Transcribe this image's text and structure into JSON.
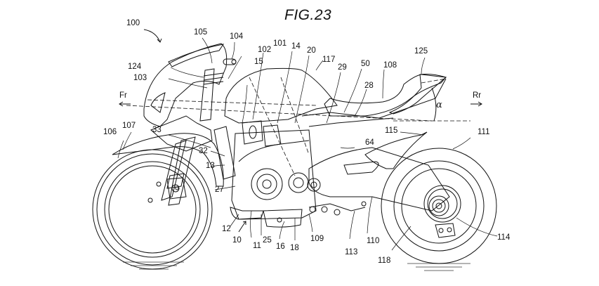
{
  "figure": {
    "title": "FIG.23",
    "direction_front": "Fr",
    "direction_rear": "Rr",
    "angle_symbol": "α"
  },
  "reference_labels": [
    {
      "id": "100",
      "text": "100"
    },
    {
      "id": "105",
      "text": "105"
    },
    {
      "id": "104",
      "text": "104"
    },
    {
      "id": "102",
      "text": "102"
    },
    {
      "id": "101",
      "text": "101"
    },
    {
      "id": "14",
      "text": "14"
    },
    {
      "id": "20",
      "text": "20"
    },
    {
      "id": "117",
      "text": "117"
    },
    {
      "id": "29",
      "text": "29"
    },
    {
      "id": "50",
      "text": "50"
    },
    {
      "id": "108",
      "text": "108"
    },
    {
      "id": "125",
      "text": "125"
    },
    {
      "id": "124",
      "text": "124"
    },
    {
      "id": "103",
      "text": "103"
    },
    {
      "id": "15",
      "text": "15"
    },
    {
      "id": "28",
      "text": "28"
    },
    {
      "id": "115",
      "text": "115"
    },
    {
      "id": "111",
      "text": "111"
    },
    {
      "id": "106",
      "text": "106"
    },
    {
      "id": "107",
      "text": "107"
    },
    {
      "id": "33",
      "text": "33"
    },
    {
      "id": "32",
      "text": "32"
    },
    {
      "id": "13",
      "text": "13"
    },
    {
      "id": "27",
      "text": "27"
    },
    {
      "id": "64",
      "text": "64"
    },
    {
      "id": "12",
      "text": "12"
    },
    {
      "id": "10",
      "text": "10"
    },
    {
      "id": "11",
      "text": "11"
    },
    {
      "id": "25",
      "text": "25"
    },
    {
      "id": "16",
      "text": "16"
    },
    {
      "id": "18",
      "text": "18"
    },
    {
      "id": "109",
      "text": "109"
    },
    {
      "id": "113",
      "text": "113"
    },
    {
      "id": "110",
      "text": "110"
    },
    {
      "id": "118",
      "text": "118"
    },
    {
      "id": "114",
      "text": "114"
    }
  ],
  "colors": {
    "ink": "#111111",
    "paper": "#ffffff",
    "ground": "#888888"
  }
}
